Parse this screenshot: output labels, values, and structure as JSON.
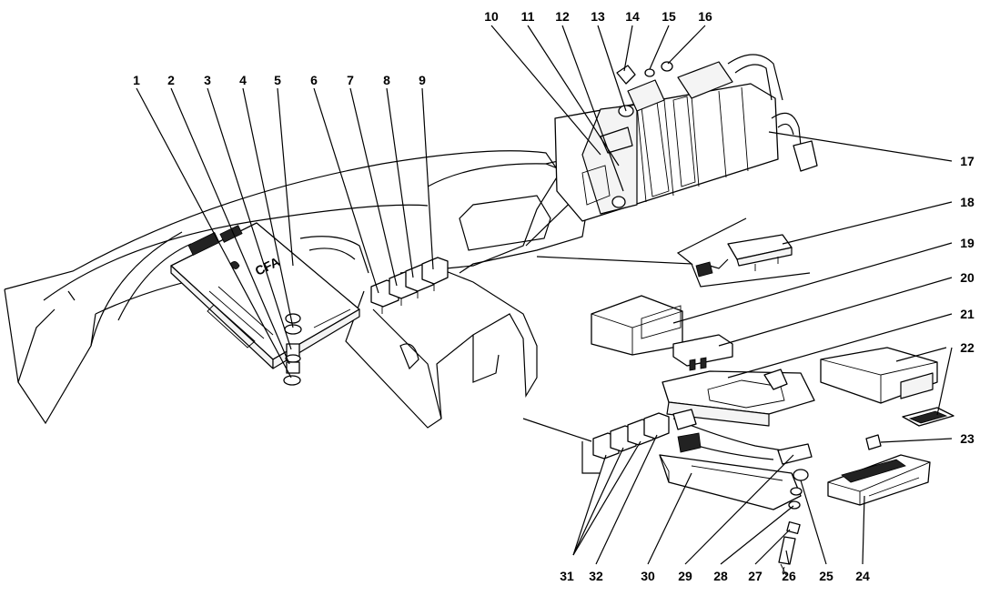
{
  "diagram": {
    "callouts": [
      {
        "num": "1"
      },
      {
        "num": "2"
      },
      {
        "num": "3"
      },
      {
        "num": "4"
      },
      {
        "num": "5"
      },
      {
        "num": "6"
      },
      {
        "num": "7"
      },
      {
        "num": "8"
      },
      {
        "num": "9"
      },
      {
        "num": "10"
      },
      {
        "num": "11"
      },
      {
        "num": "12"
      },
      {
        "num": "13"
      },
      {
        "num": "14"
      },
      {
        "num": "15"
      },
      {
        "num": "16"
      },
      {
        "num": "17"
      },
      {
        "num": "18"
      },
      {
        "num": "19"
      },
      {
        "num": "20"
      },
      {
        "num": "21"
      },
      {
        "num": "22"
      },
      {
        "num": "23"
      },
      {
        "num": "24"
      },
      {
        "num": "25"
      },
      {
        "num": "26"
      },
      {
        "num": "27"
      },
      {
        "num": "28"
      },
      {
        "num": "29"
      },
      {
        "num": "30"
      },
      {
        "num": "31"
      },
      {
        "num": "32"
      }
    ],
    "ecu_marking": "CFA"
  }
}
